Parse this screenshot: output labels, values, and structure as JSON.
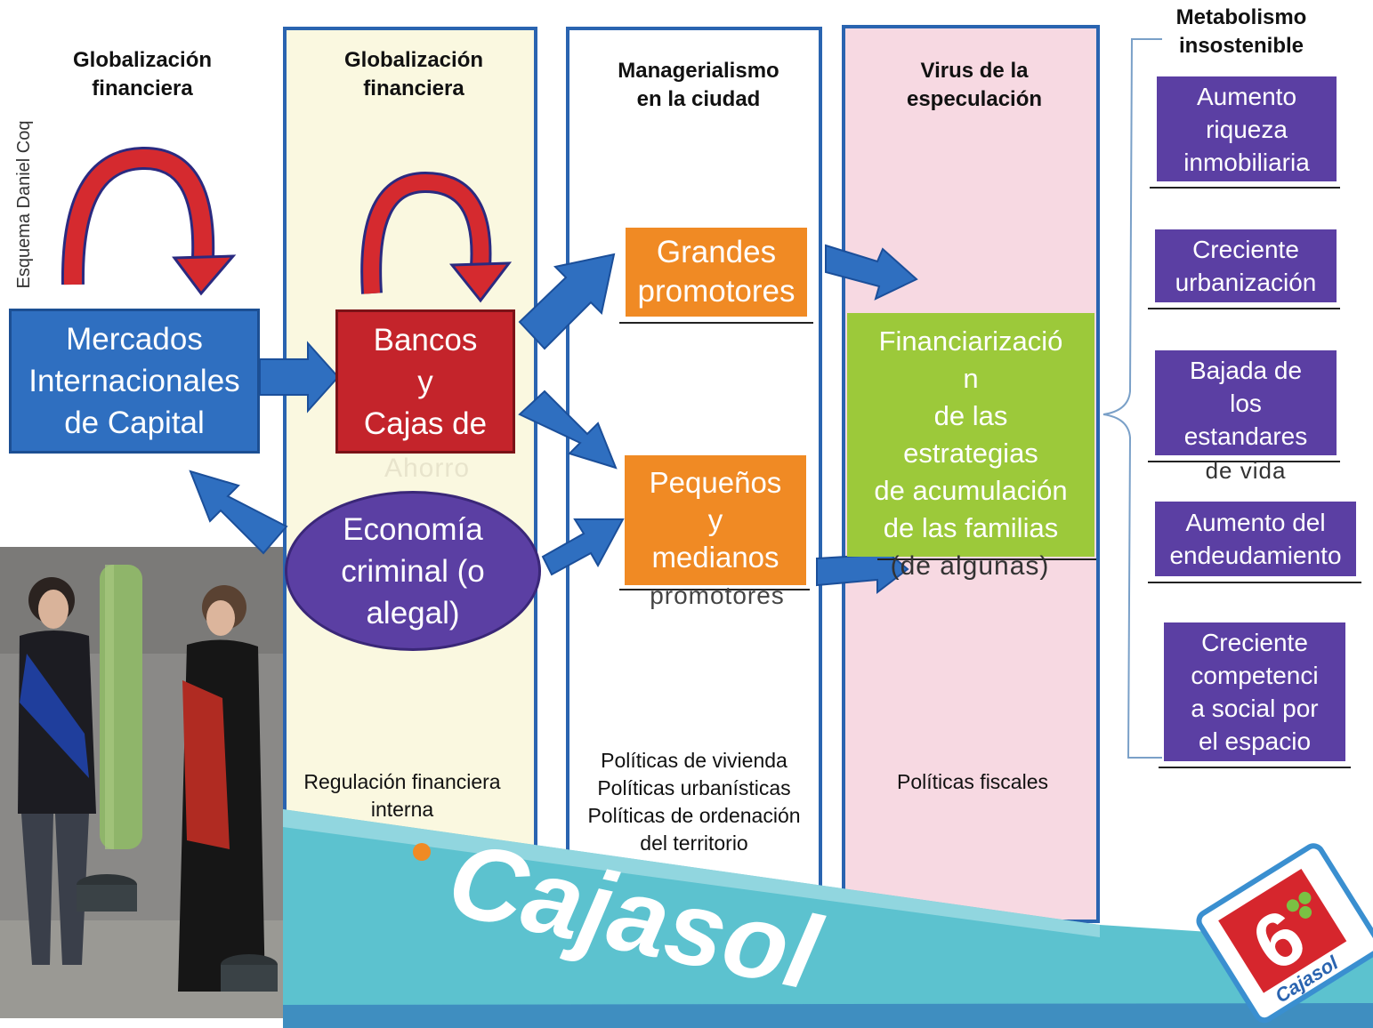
{
  "credit": "Esquema Daniel Coq",
  "columns": {
    "col0_header": "Globalización\nfinanciera",
    "col1_header": "Globalización\nfinanciera",
    "col2_header": "Managerialismo\nen la ciudad",
    "col3_header": "Virus de la\nespeculación",
    "col4_header": "Metabolismo\ninsostenible"
  },
  "nodes": {
    "mercados": "Mercados\nInternacionales\nde Capital",
    "bancos": "Bancos\ny\nCajas de",
    "bancos_cut": "Ahorro",
    "economia": "Economía\ncriminal (o\nalegal)",
    "grandes": "Grandes\npromotores",
    "pequenos": "Pequeños\ny\nmedianos",
    "pequenos_cut": "promotores",
    "financ": "Financiarizació\nn\nde las\nestrategias\nde acumulación\nde las familias",
    "financ_cut": "(de algunas)"
  },
  "outcomes": [
    {
      "label": "Aumento\nriqueza\ninmobiliaria",
      "cut": ""
    },
    {
      "label": "Creciente\nurbanización",
      "cut": ""
    },
    {
      "label": "Bajada de\nlos\nestandares",
      "cut": "de vida"
    },
    {
      "label": "Aumento del\nendeudamiento",
      "cut": ""
    },
    {
      "label": "Creciente\ncompetenci\na social por\nel espacio",
      "cut": ""
    }
  ],
  "policies": {
    "financial": "Regulación financiera\ninterna",
    "housing": "Políticas de vivienda\nPolíticas urbanísticas\nPolíticas de ordenación\ndel territorio",
    "fiscal": "Políticas fiscales"
  },
  "banner": {
    "brand": "Cajasol",
    "badge_number": "6",
    "badge_brand": "Cajasol"
  },
  "colors": {
    "column_border": "#2a64b0",
    "blue_box": "#2f6fc0",
    "red_box": "#c4242b",
    "purple": "#5b3fa3",
    "orange": "#f08a24",
    "green": "#9cc93a",
    "cream_column": "#faf8e0",
    "pink_column": "#f7d9e2",
    "banner_teal": "#5cc2cf"
  }
}
